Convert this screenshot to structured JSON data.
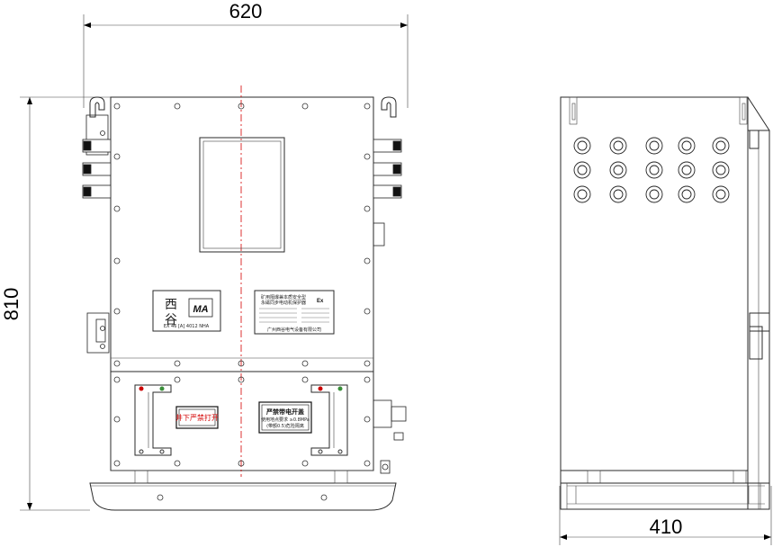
{
  "dimensions": {
    "width_front": "620",
    "height_front": "810",
    "width_side": "410"
  },
  "nameplate_logo": {
    "brand_chars": [
      "西",
      "谷"
    ],
    "badge": "MA",
    "small_text": "EX 46 [A] 4012 NHA"
  },
  "rating_plate": {
    "ex_mark": "Ex",
    "lines": [
      "矿用隔爆兼本质安全型",
      "永磁同步电动机保护器"
    ],
    "maker": "广州西谷电气设备有限公司"
  },
  "warning_labels": {
    "red_plate": "井下严禁打开",
    "black_plate_title": "严禁带电开盖",
    "black_plate_line2": "使用地点要求 ≥0.8MPa",
    "black_plate_line3": "(带额0.5)危险隔离"
  },
  "colors": {
    "line": "#2a2a2a",
    "centerline": "#d40000",
    "warning_red": "#d40000",
    "bolt_green": "#3a8f3a"
  }
}
